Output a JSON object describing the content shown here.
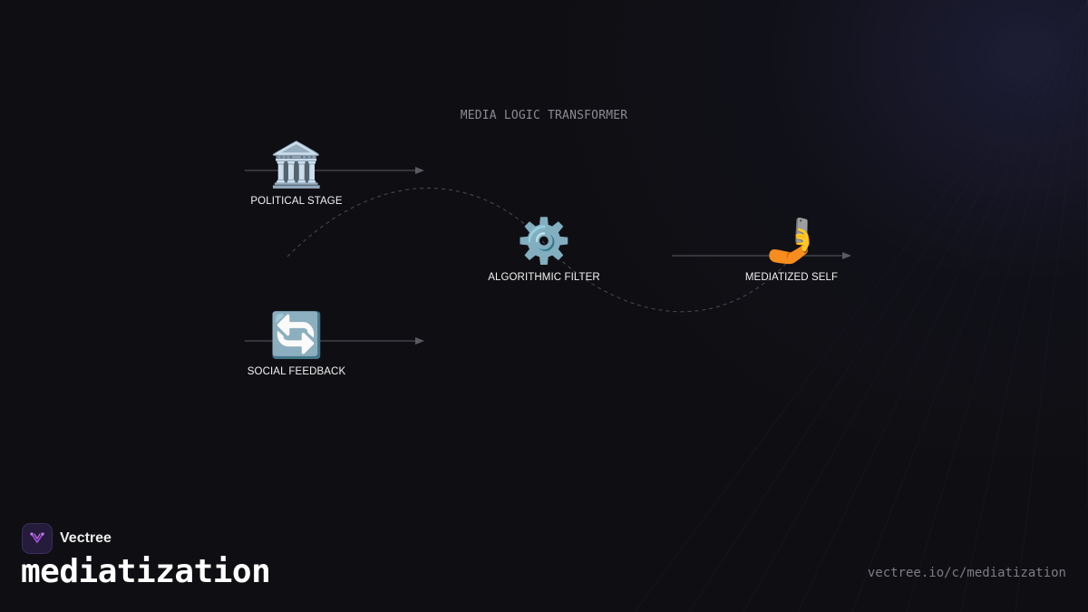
{
  "diagram": {
    "title": "MEDIA LOGIC TRANSFORMER",
    "nodes": [
      {
        "id": "political-stage",
        "icon": "🏛️",
        "icon_name": "classical-building-icon",
        "label": "POLITICAL STAGE"
      },
      {
        "id": "social-feedback",
        "icon": "🔄",
        "icon_name": "counterclockwise-arrows-icon",
        "label": "SOCIAL FEEDBACK"
      },
      {
        "id": "algorithmic-filter",
        "icon": "⚙️",
        "icon_name": "gear-icon",
        "label": "ALGORITHMIC FILTER"
      },
      {
        "id": "mediatized-self",
        "icon": "🤳",
        "icon_name": "selfie-icon",
        "label": "MEDIATIZED SELF"
      }
    ],
    "colors": {
      "arrow": "#5a5a62",
      "curve": "#4a4a52",
      "label": "#f2f2f2",
      "title": "#8a8a92"
    }
  },
  "footer": {
    "brand_name": "Vectree",
    "page_title": "mediatization",
    "url": "vectree.io/c/mediatization",
    "brand_color": "#a04ad8"
  }
}
